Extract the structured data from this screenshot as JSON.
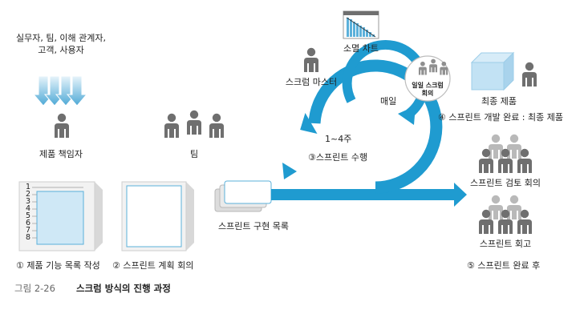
{
  "stakeholders": [
    "실무자, 팀, 이해 관계자,",
    "고객, 사용자"
  ],
  "product_owner": "제품  책임자",
  "team": "팀",
  "backlog_step": "①  제품 기능 목록 작성",
  "backlog_numbers": [
    "1",
    "2",
    "3",
    "4",
    "5",
    "6",
    "7",
    "8"
  ],
  "planning_step": "②  스프린트 계획 회의",
  "sprint_backlog": "스프린트 구현 목록",
  "scrum_master": "스크럼 마스터",
  "burndown": "소멸 차트",
  "daily": "매일",
  "daily_meeting": [
    "일일 스크럼",
    "회의"
  ],
  "weeks": "1~4주",
  "sprint_exec": "③스프린트 수행",
  "final_product": "최종 제품",
  "sprint_done": "④ 스프린트 개발 완료 : 최종 제품",
  "review": "스프린트 검토 회의",
  "retro": "스프린트 회고",
  "after_sprint": "⑤  스프린트 완료 후",
  "caption_number": "그림 2-26",
  "caption_title": "스크럼 방식의 진행 과정"
}
